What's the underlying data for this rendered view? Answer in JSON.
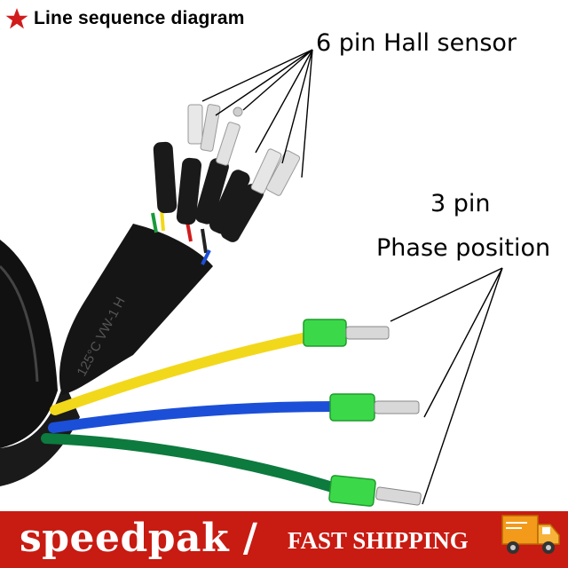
{
  "header": {
    "star_icon": "star-icon",
    "title": "Line sequence diagram"
  },
  "labels": {
    "hall_sensor": "6 pin Hall sensor",
    "phase_line1": "3 pin",
    "phase_line2": "Phase position"
  },
  "cable": {
    "sleeve_text": "125°C VW-1 H"
  },
  "banner": {
    "brand": "speedpak /",
    "shipping": "FAST SHIPPING",
    "truck_icon": "delivery-truck-icon"
  },
  "colors": {
    "banner_red": "#c81b12",
    "wire_yellow": "#f2d81a",
    "wire_blue": "#1c4fd8",
    "wire_green": "#0d7a3e",
    "wire_red": "#d11c1c",
    "connector_green": "#3bd94a",
    "truck_orange": "#f39a1a"
  }
}
